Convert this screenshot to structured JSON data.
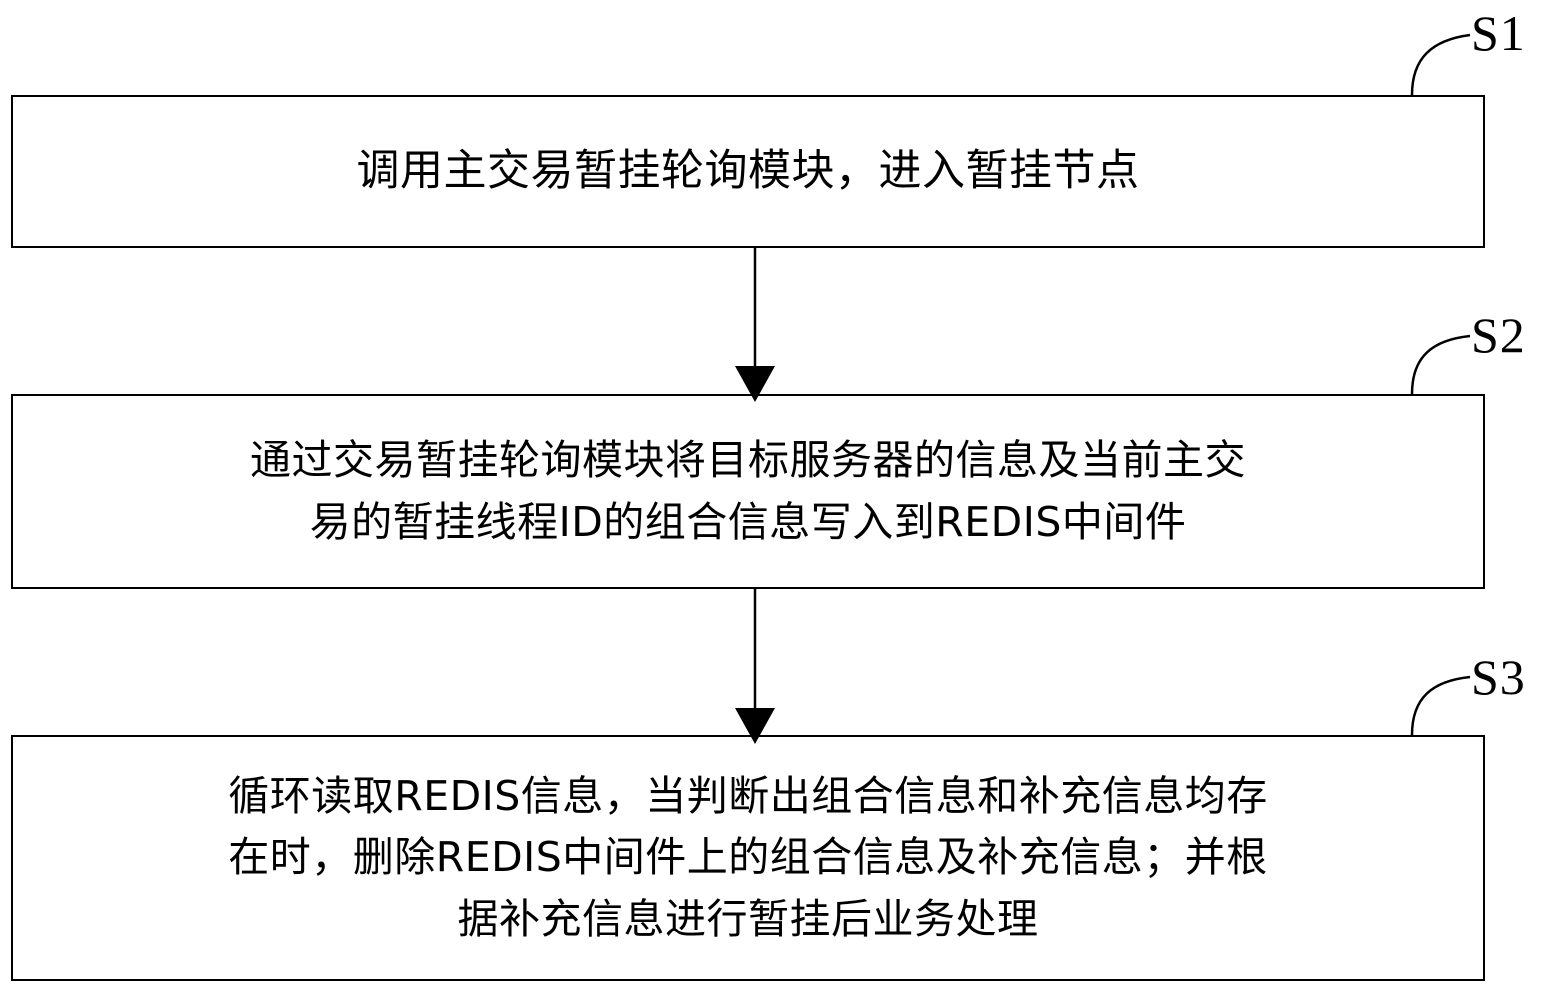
{
  "diagram": {
    "type": "flowchart",
    "orientation": "vertical",
    "background_color": "#ffffff",
    "line_color": "#000000",
    "steps": [
      {
        "id": "S1",
        "label": "S1",
        "text": "调用主交易暂挂轮询模块，进入暂挂节点",
        "lines": [
          "调用主交易暂挂轮询模块，进入暂挂节点"
        ]
      },
      {
        "id": "S2",
        "label": "S2",
        "text": "通过交易暂挂轮询模块将目标服务器的信息及当前主交\n易的暂挂线程ID的组合信息写入到REDIS中间件",
        "lines": [
          "通过交易暂挂轮询模块将目标服务器的信息及当前主交",
          "易的暂挂线程ID的组合信息写入到REDIS中间件"
        ]
      },
      {
        "id": "S3",
        "label": "S3",
        "text": "循环读取REDIS信息，当判断出组合信息和补充信息均存\n在时，删除REDIS中间件上的组合信息及补充信息；并根\n据补充信息进行暂挂后业务处理",
        "lines": [
          "循环读取REDIS信息，当判断出组合信息和补充信息均存",
          "在时，删除REDIS中间件上的组合信息及补充信息；并根",
          "据补充信息进行暂挂后业务处理"
        ]
      }
    ],
    "connectors": [
      {
        "from": "S1",
        "to": "S2",
        "style": "solid-arrow-down"
      },
      {
        "from": "S2",
        "to": "S3",
        "style": "solid-arrow-down"
      }
    ],
    "leaders": [
      {
        "for": "S1",
        "style": "curved-leader"
      },
      {
        "for": "S2",
        "style": "curved-leader"
      },
      {
        "for": "S3",
        "style": "curved-leader"
      }
    ]
  }
}
